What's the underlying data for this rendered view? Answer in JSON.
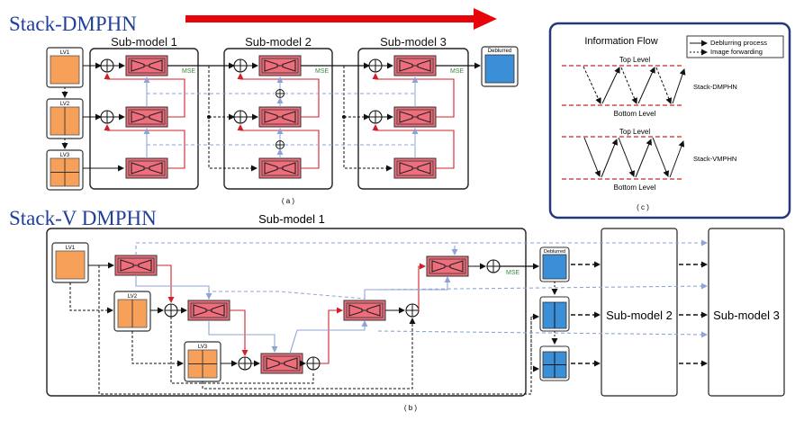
{
  "headings": {
    "stack_dmphn": "Stack-DMPHN",
    "stack_v_dmphn": "Stack-V DMPHN"
  },
  "panel_a": {
    "submodel_titles": [
      "Sub-model 1",
      "Sub-model 2",
      "Sub-model 3"
    ],
    "level_labels": [
      "LV1",
      "LV2",
      "LV3"
    ],
    "mse_label": "MSE",
    "output_label": "Deblurred",
    "caption": "( a )"
  },
  "panel_b": {
    "submodel_title": "Sub-model 1",
    "level_labels": [
      "LV1",
      "LV2",
      "LV3"
    ],
    "mse_label": "MSE",
    "output_label": "Deblurred",
    "submodel2_label": "Sub-model 2",
    "submodel3_label": "Sub-model 3",
    "caption": "( b )"
  },
  "panel_c": {
    "title": "Information Flow",
    "legend_deblurring": "Deblurring process",
    "legend_forwarding": "Image forwarding",
    "top_level": "Top Level",
    "bottom_level": "Bottom Level",
    "stack_dmphn_label": "Stack-DMPHN",
    "stack_vmphn_label": "Stack-VMPHN",
    "caption": "( c )"
  },
  "colors": {
    "heading_blue": "#1f3f9a",
    "arrow_red": "#e8050a",
    "input_orange": "#f7a05a",
    "output_blue": "#3a8fd6",
    "encoder_pink": "#ef6e7c",
    "flow_red": "#e0323a",
    "forward_lightblue": "#9fb3de",
    "mse_green": "#3a8a3a",
    "panel_border_navy": "#233a78"
  },
  "icons": [
    "encoder-decoder-icon",
    "sum-node-icon",
    "quadrant-grid-icon"
  ]
}
